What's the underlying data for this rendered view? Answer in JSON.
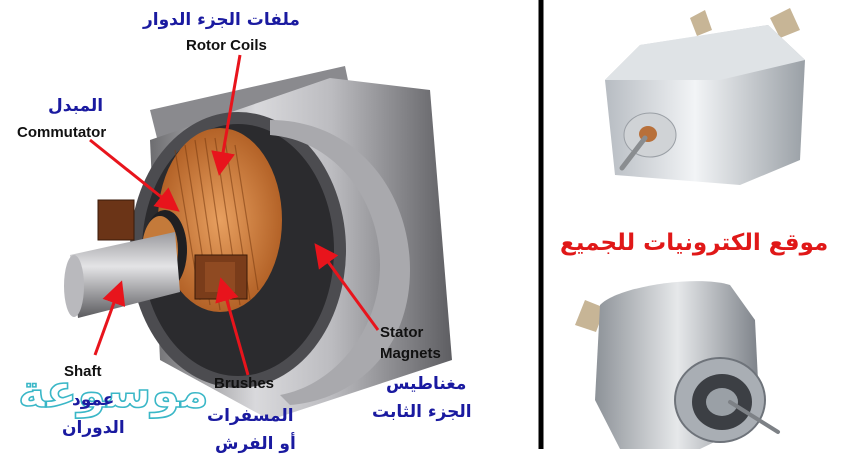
{
  "labels": {
    "rotor_coils_ar": "ملفات الجزء الدوار",
    "rotor_coils_en": "Rotor Coils",
    "commutator_ar": "المبدل",
    "commutator_en": "Commutator",
    "shaft_en": "Shaft",
    "shaft_ar_line1": "عمود",
    "shaft_ar_line2": "الدوران",
    "brushes_en": "Brushes",
    "brushes_ar_line1": "المسفرات",
    "brushes_ar_line2": "أو الفرش",
    "stator_en_line1": "Stator",
    "stator_en_line2": "Magnets",
    "stator_ar_line1": "مغناطيس",
    "stator_ar_line2": "الجزء الثابت"
  },
  "headline": "موقع الكترونيات للجميع",
  "watermark": "موسوعة",
  "colors": {
    "arrow": "#e8141c",
    "headline": "#e01818",
    "arabic_label": "#1a1aa0",
    "divider": "#000000",
    "watermark": "#3ab7c7"
  }
}
